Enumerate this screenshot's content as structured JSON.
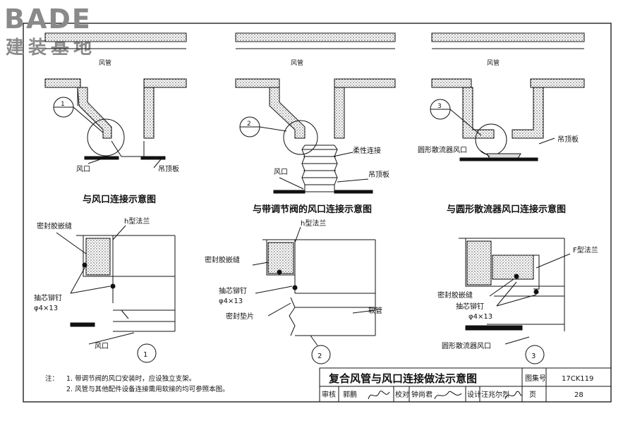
{
  "watermark": {
    "brand_latin": "BADE",
    "brand_cjk": "建装基地"
  },
  "panels": [
    {
      "duct_label": "风管",
      "callout_number": "1",
      "caption": "与风口连接示意图",
      "labels": {
        "outlet": "风口",
        "ceiling": "吊顶板"
      }
    },
    {
      "duct_label": "风管",
      "callout_number": "2",
      "caption": "与带调节阀的风口连接示意图",
      "labels": {
        "flexible_joint": "柔性连接",
        "outlet": "风口",
        "ceiling": "吊顶板"
      }
    },
    {
      "duct_label": "风管",
      "callout_number": "3",
      "caption": "与圆形散流器风口连接示意图",
      "labels": {
        "diffuser_outlet": "圆形散流器风口",
        "ceiling": "吊顶板"
      }
    }
  ],
  "details": [
    {
      "number": "1",
      "labels": {
        "sealant": "密封胶嵌缝",
        "h_flange": "h型法兰",
        "rivet": "抽芯铆钉",
        "rivet_spec": "φ4×13",
        "outlet": "风口"
      }
    },
    {
      "number": "2",
      "labels": {
        "h_flange": "h型法兰",
        "sealant": "密封胶嵌缝",
        "rivet": "抽芯铆钉",
        "rivet_spec": "φ4×13",
        "gasket": "密封垫片",
        "hose": "软管"
      }
    },
    {
      "number": "3",
      "labels": {
        "f_flange": "F型法兰",
        "sealant": "密封胶嵌缝",
        "rivet": "抽芯铆钉",
        "rivet_spec": "φ4×13",
        "diffuser_outlet": "圆形散流器风口"
      }
    }
  ],
  "notes": {
    "heading": "注：",
    "items": [
      "1. 带调节阀的风口安装时，应设独立支架。",
      "2. 风管与其他配件设备连接需用软接的均可参照本图。"
    ]
  },
  "title_block": {
    "title": "复合风管与风口连接做法示意图",
    "atlas_label": "图集号",
    "atlas_no": "17CK119",
    "review_label": "审核",
    "reviewer": "郭鹏",
    "check_label": "校对",
    "checker": "钟尚君",
    "design_label": "设计",
    "designer": "汪兆尔烈",
    "page_label": "页",
    "page_no": "28"
  }
}
